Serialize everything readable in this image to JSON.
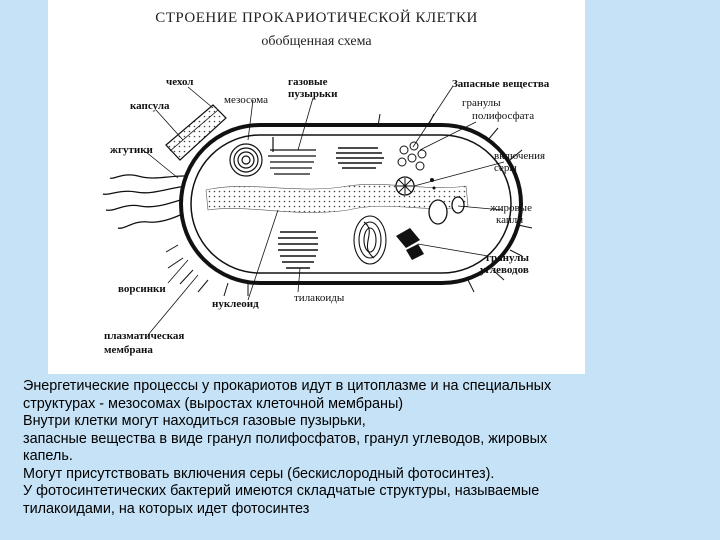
{
  "figure": {
    "title": "СТРОЕНИЕ ПРОКАРИОТИЧЕСКОЙ КЛЕТКИ",
    "subtitle": "обобщенная схема",
    "labels": {
      "chekhol": "чехол",
      "kapsula": "капсула",
      "zhgutiki": "жгутики",
      "mezosoma": "мезосома",
      "gazovye_1": "газовые",
      "gazovye_2": "пузырьки",
      "zapasnye": "Запасные вещества",
      "granuly_polifosfata_1": "гранулы",
      "granuly_polifosfata_2": "полифосфата",
      "vklyucheniya_1": "включения",
      "vklyucheniya_2": "серы",
      "zhirovye_1": "жировые",
      "zhirovye_2": "капли",
      "granuly_uglevodov_1": "гранулы",
      "granuly_uglevodov_2": "углеводов",
      "vorsinki": "ворсинки",
      "nukleoid": "нуклеоид",
      "tilakoidy": "тилакоиды",
      "membrana_1": "плазматическая",
      "membrana_2": "мембрана"
    }
  },
  "caption": [
    "Энергетические процессы у прокариотов идут в цитоплазме и на специальных",
    "структурах - мезосомах (выростах клеточной мембраны)",
    "Внутри клетки могут находиться газовые пузырьки,",
    "запасные вещества в виде гранул полифосфатов, гранул углеводов, жировых",
    "капель.",
    "Могут присутствовать включения серы (бескислородный фотосинтез).",
    "У фотосинтетических бактерий имеются складчатые структуры, называемые",
    "тилакоидами, на которых идет фотосинтез"
  ]
}
